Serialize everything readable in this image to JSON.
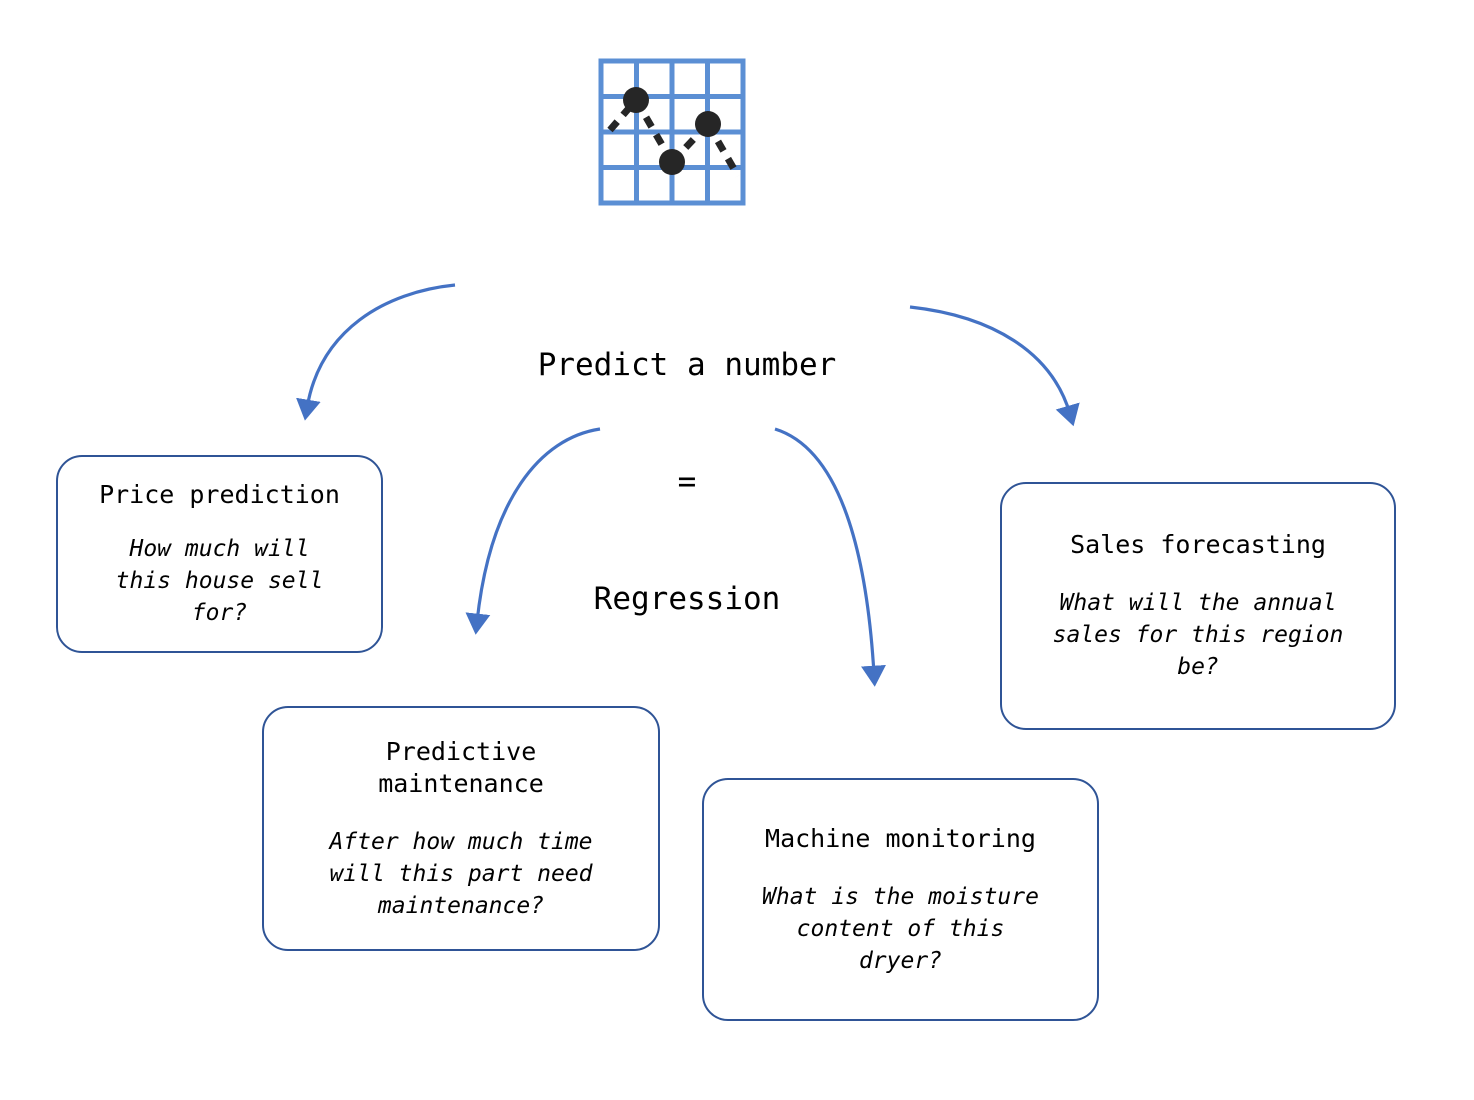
{
  "icon": {
    "name": "regression-chart-icon",
    "grid_color": "#5B8FD4",
    "point_color": "#262626",
    "grid_divisions": 4,
    "points": [
      {
        "x": 0.25,
        "y": 0.28
      },
      {
        "x": 0.5,
        "y": 0.7
      },
      {
        "x": 0.75,
        "y": 0.45
      }
    ]
  },
  "center": {
    "line1": "Predict a number",
    "line2": "=",
    "line3": "Regression"
  },
  "colors": {
    "arrow": "#4472C4",
    "box_border": "#2F5496",
    "text": "#000000",
    "background": "#FFFFFF"
  },
  "boxes": [
    {
      "id": "price-prediction",
      "title": "Price prediction",
      "description": "How much will\nthis house sell\nfor?"
    },
    {
      "id": "predictive-maintenance",
      "title": "Predictive\nmaintenance",
      "description": "After how much time\nwill this part need\nmaintenance?"
    },
    {
      "id": "machine-monitoring",
      "title": "Machine monitoring",
      "description": "What is the moisture\ncontent of this\ndryer?"
    },
    {
      "id": "sales-forecasting",
      "title": "Sales forecasting",
      "description": "What will the annual\nsales for this region\nbe?"
    }
  ],
  "arrows": [
    {
      "id": "arrow-to-price-prediction",
      "from": "center",
      "to": "price-prediction"
    },
    {
      "id": "arrow-to-predictive-maintenance",
      "from": "center",
      "to": "predictive-maintenance"
    },
    {
      "id": "arrow-to-machine-monitoring",
      "from": "center",
      "to": "machine-monitoring"
    },
    {
      "id": "arrow-to-sales-forecasting",
      "from": "center",
      "to": "sales-forecasting"
    }
  ]
}
